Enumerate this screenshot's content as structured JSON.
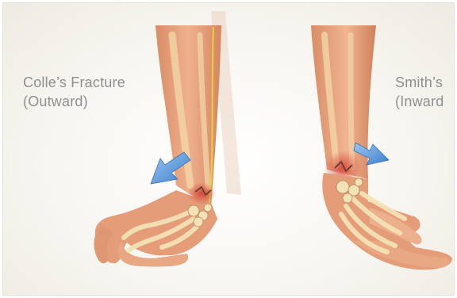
{
  "figure": {
    "left_label": {
      "line1": "Colle’s Fracture",
      "line2": "(Outward)"
    },
    "right_label": {
      "line1": "Smith’s",
      "line2": "(Inward"
    },
    "colors": {
      "background": "#f7f5f0",
      "skin": "#e9a37e",
      "skin_dark": "#cf7a55",
      "bone": "#f3e2b6",
      "inflammation": "#d6433a",
      "arrow": "#4a8fd6",
      "nerve": "#e6d23a",
      "label_text": "#8f8f8f"
    }
  }
}
